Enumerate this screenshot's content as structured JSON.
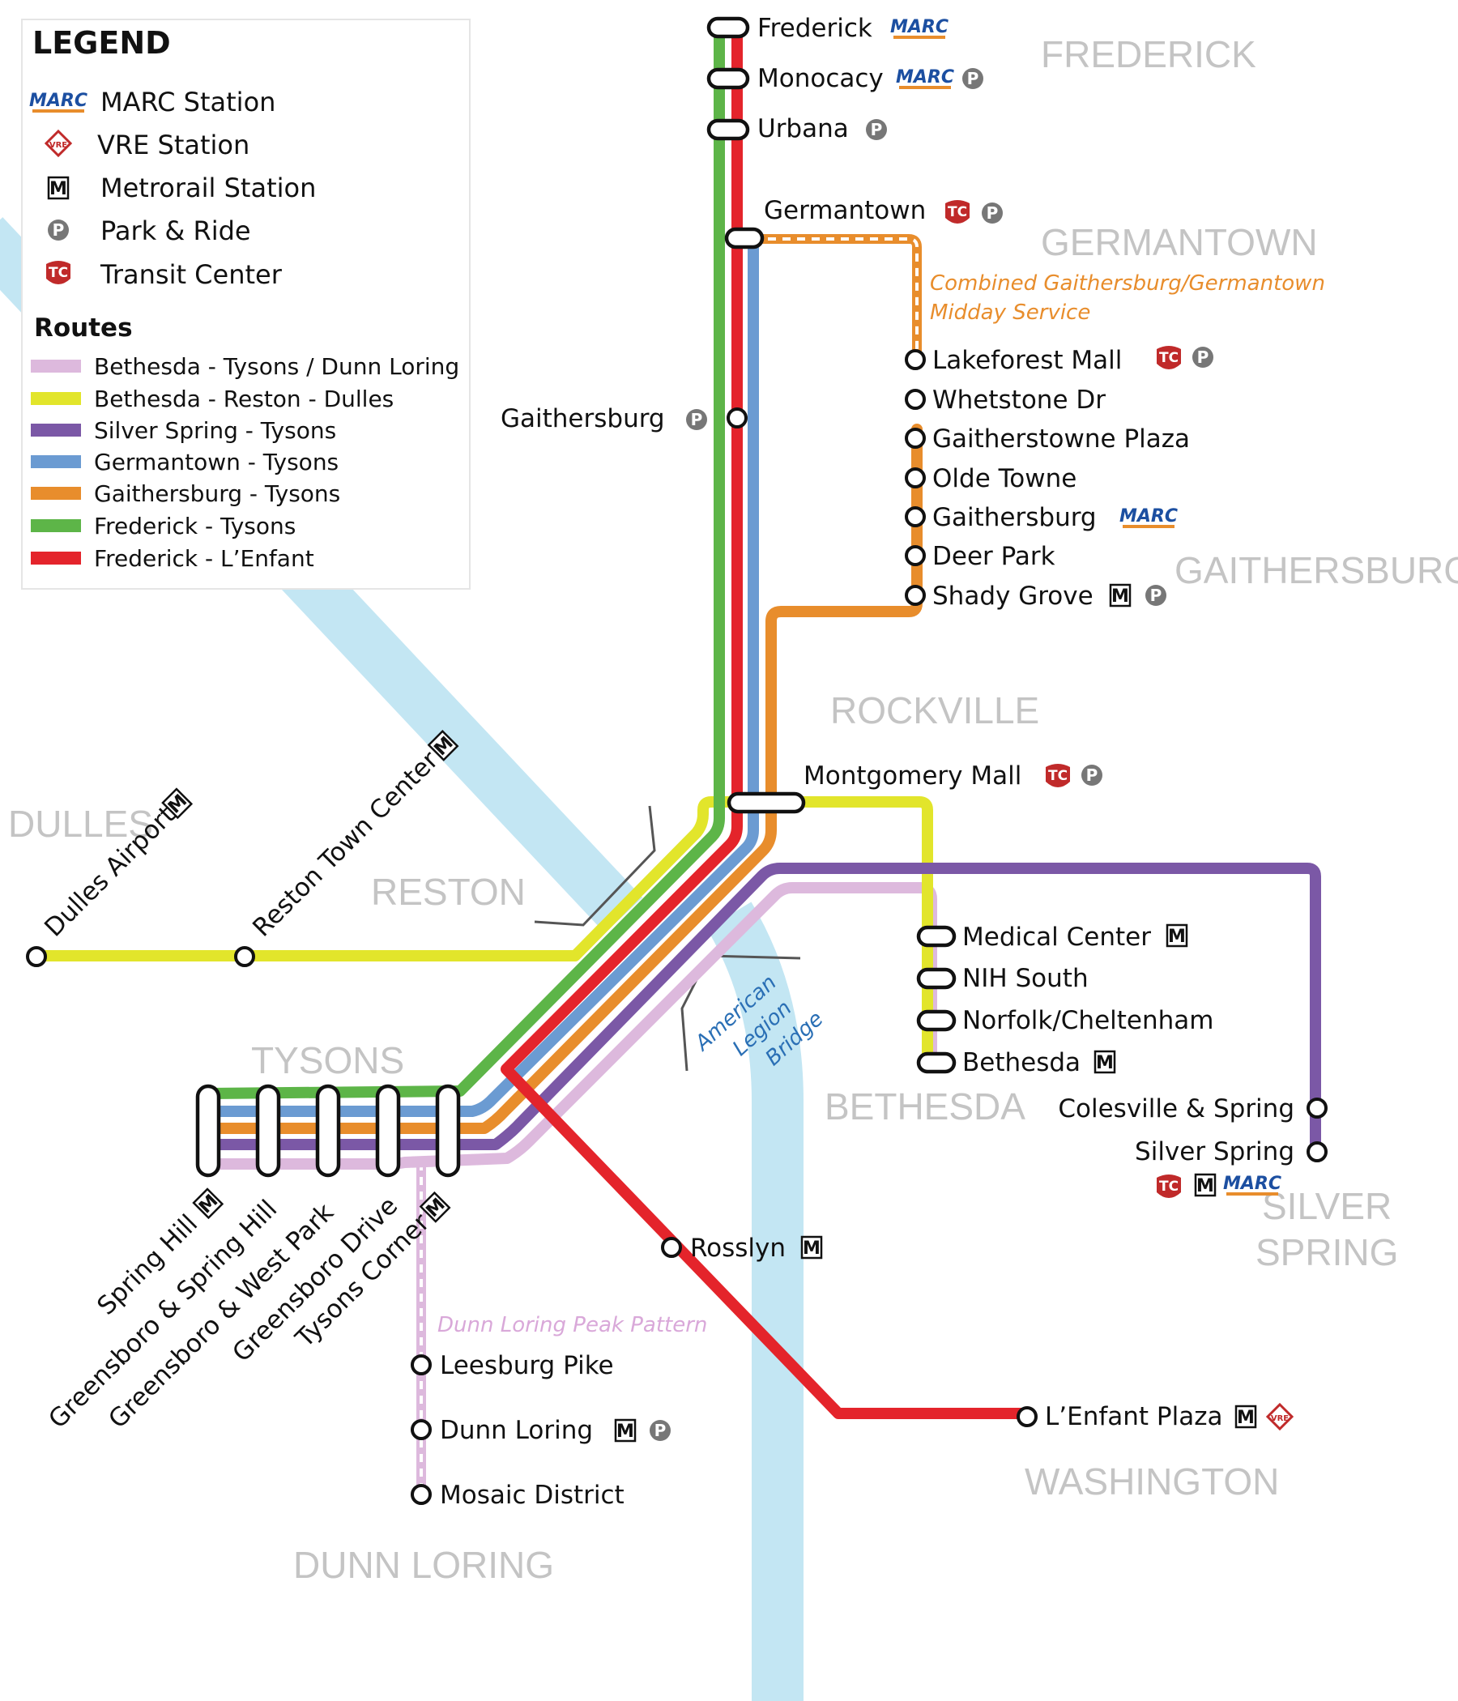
{
  "legend": {
    "title": "LEGEND",
    "icons": [
      {
        "icon": "marc-icon",
        "label": "MARC Station"
      },
      {
        "icon": "vre-icon",
        "label": "VRE Station"
      },
      {
        "icon": "metrorail-icon",
        "label": "Metrorail Station"
      },
      {
        "icon": "park-and-ride-icon",
        "label": "Park & Ride"
      },
      {
        "icon": "transit-center-icon",
        "label": "Transit Center"
      }
    ],
    "routes_title": "Routes",
    "routes": [
      {
        "label": "Bethesda - Tysons / Dunn Loring",
        "color": "#ddb9dd"
      },
      {
        "label": "Bethesda - Reston - Dulles",
        "color": "#e2e52b"
      },
      {
        "label": "Silver Spring - Tysons",
        "color": "#7b58a6"
      },
      {
        "label": "Germantown - Tysons",
        "color": "#6b9bd2"
      },
      {
        "label": "Gaithersburg - Tysons",
        "color": "#e88d2c"
      },
      {
        "label": "Frederick - Tysons",
        "color": "#5db548"
      },
      {
        "label": "Frederick - L’Enfant",
        "color": "#e4242b"
      }
    ]
  },
  "icon_text": {
    "marc": "MARC",
    "vre": "VRE",
    "metro": "M",
    "park": "P",
    "tc": "TC"
  },
  "areas": {
    "frederick": "FREDERICK",
    "germantown": "GERMANTOWN",
    "gaithersburg": "GAITHERSBURG",
    "rockville": "ROCKVILLE",
    "dulles": "DULLES",
    "reston": "RESTON",
    "tysons": "TYSONS",
    "bethesda": "BETHESDA",
    "silver": "SILVER",
    "spring": "SPRING",
    "washington": "WASHINGTON",
    "dunn_loring": "DUNN LORING"
  },
  "stations": {
    "frederick": "Frederick",
    "monocacy": "Monocacy",
    "urbana": "Urbana",
    "germantown": "Germantown",
    "gaithersburg_pr": "Gaithersburg",
    "lakeforest": "Lakeforest Mall",
    "whetstone": "Whetstone Dr",
    "gaitherstowne": "Gaitherstowne Plaza",
    "olde_towne": "Olde Towne",
    "gaithersburg_marc": "Gaithersburg",
    "deer_park": "Deer Park",
    "shady_grove": "Shady Grove",
    "montgomery_mall": "Montgomery Mall",
    "dulles_airport": "Dulles Airport",
    "reston_tc": "Reston Town Center",
    "medical_center": "Medical Center",
    "nih_south": "NIH South",
    "norfolk": "Norfolk/Cheltenham",
    "bethesda": "Bethesda",
    "colesville": "Colesville & Spring",
    "silver_spring": "Silver Spring",
    "rosslyn": "Rosslyn",
    "lenfant": "L’Enfant Plaza",
    "spring_hill": "Spring Hill",
    "greensboro_spring_hill": "Greensboro & Spring Hill",
    "greensboro_west_park": "Greensboro & West Park",
    "greensboro_drive": "Greensboro Drive",
    "tysons_corner": "Tysons Corner",
    "leesburg_pike": "Leesburg Pike",
    "dunn_loring": "Dunn Loring",
    "mosaic": "Mosaic District"
  },
  "notes": {
    "combined_line1": "Combined Gaithersburg/Germantown",
    "combined_line2": "Midday Service",
    "dunn_peak": "Dunn Loring Peak Pattern",
    "bridge_line1": "American",
    "bridge_line2": "Legion",
    "bridge_line3": "Bridge"
  },
  "colors": {
    "river": "#c3e6f3",
    "pink": "#ddb9dd",
    "yellow": "#e2e52b",
    "purple": "#7b58a6",
    "blue": "#6b9bd2",
    "orange": "#e88d2c",
    "green": "#5db548",
    "red": "#e4242b",
    "bridge_text": "#2a6fb5",
    "combined_text": "#e88d2c",
    "dunn_text": "#d9a8d9"
  }
}
